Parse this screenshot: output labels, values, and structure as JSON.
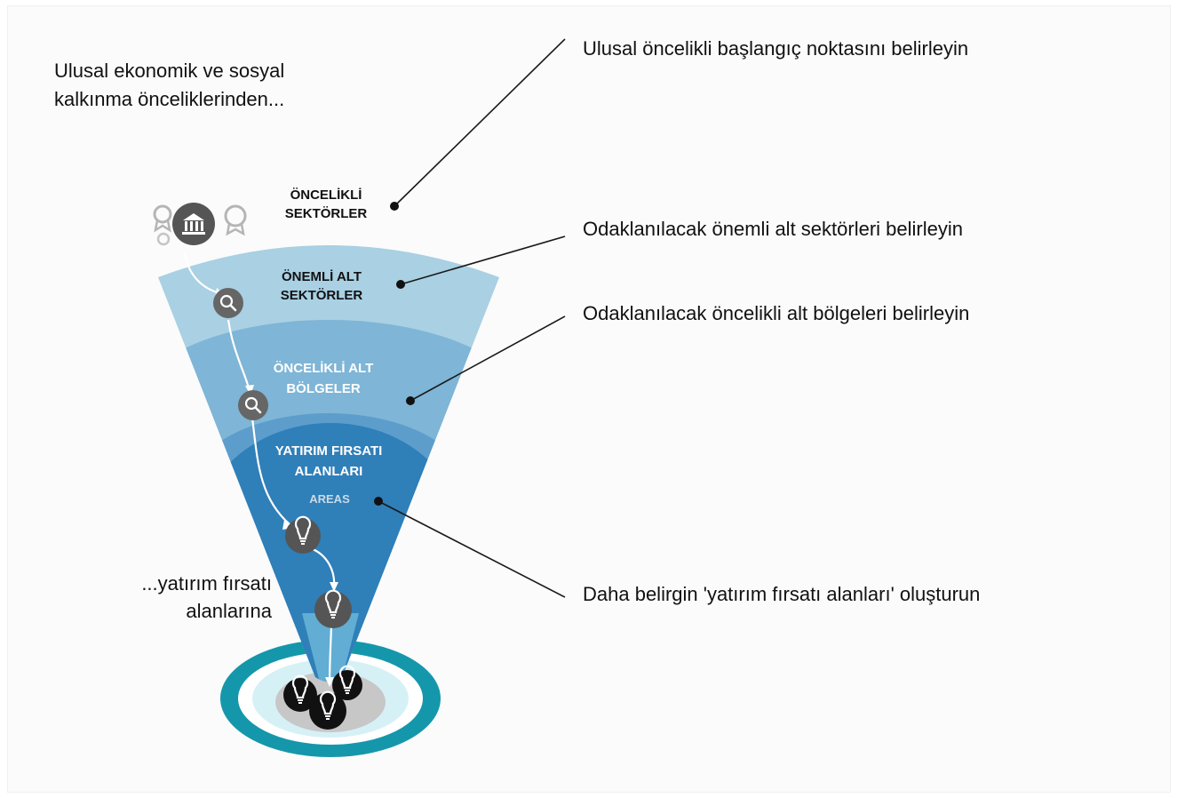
{
  "side_texts": {
    "top_left_line1": "Ulusal ekonomik ve sosyal",
    "top_left_line2": "kalkınma önceliklerinden...",
    "bottom_left_line1": "...yatırım fırsatı",
    "bottom_left_line2": "alanlarına"
  },
  "funnel_levels": [
    {
      "label_line1": "ÖNCELİKLİ",
      "label_line2": "SEKTÖRLER",
      "annotation": "Ulusal öncelikli başlangıç noktasını belirleyin"
    },
    {
      "label_line1": "ÖNEMLİ ALT",
      "label_line2": "SEKTÖRLER",
      "annotation": "Odaklanılacak önemli alt sektörleri belirleyin"
    },
    {
      "label_line1": "ÖNCELİKLİ ALT",
      "label_line2": "BÖLGELER",
      "annotation": "Odaklanılacak öncelikli alt bölgeleri belirleyin"
    },
    {
      "label_line1": "YATIRIM FIRSATI",
      "label_line2": "ALANLARI",
      "label_line3": "AREAS",
      "annotation": "Daha belirgin 'yatırım fırsatı alanları' oluşturun"
    }
  ],
  "colors": {
    "level1": "#a9d0e3",
    "level2": "#7fb5d6",
    "level3": "#5d9dcc",
    "level4": "#2f7fb9",
    "ring_outer": "#1597ab",
    "ring_inner": "#d6f1f6",
    "icon_fill": "#555555"
  },
  "icons": [
    "government-building-icon",
    "award-icon",
    "search-icon",
    "lightbulb-icon"
  ]
}
